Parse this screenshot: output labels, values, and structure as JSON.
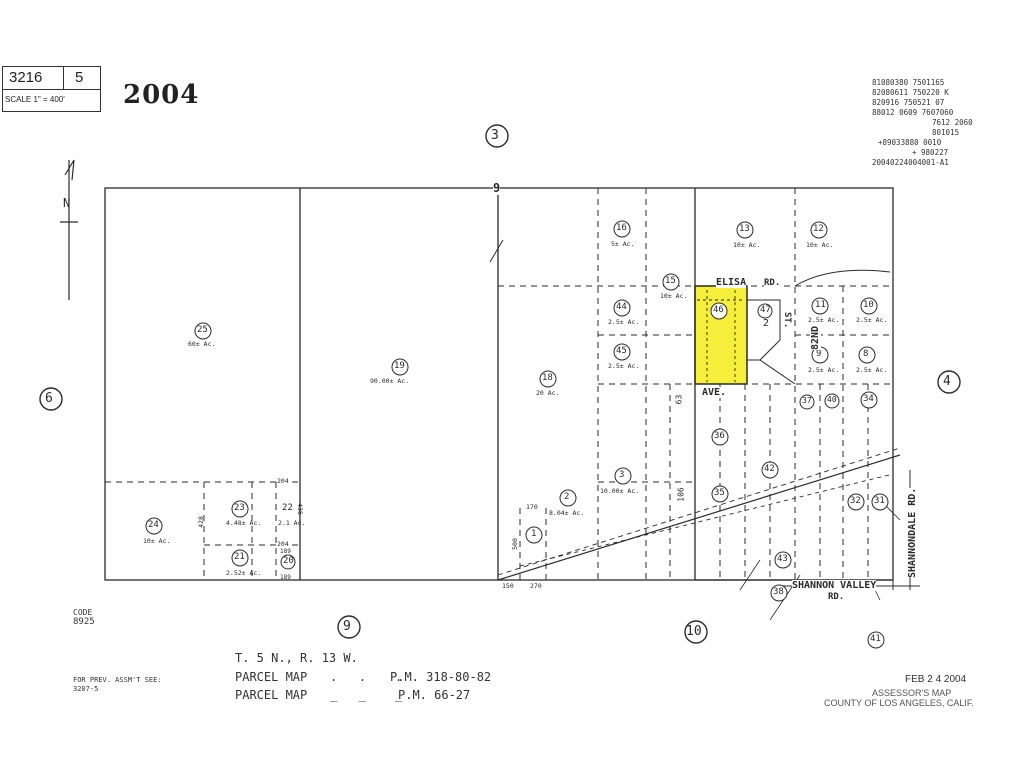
{
  "header": {
    "book": "3216",
    "page": "5",
    "scale": "SCALE 1\" = 400'",
    "year": "2004"
  },
  "record_numbers": [
    "81080380 7501165",
    "82080611 750220 K",
    "820916 750521 07",
    "88012 0609 7607060",
    "7612 2060",
    "801015",
    "+89033880 0010",
    "+ 980227",
    "20040224004001-A1"
  ],
  "section_circles": [
    "3",
    "6",
    "4",
    "9",
    "10"
  ],
  "section_number": "9",
  "parcels": [
    {
      "num": "25",
      "area": "60± Ac."
    },
    {
      "num": "19",
      "area": "90.00± Ac."
    },
    {
      "num": "18",
      "area": "20 Ac."
    },
    {
      "num": "16",
      "area": "5± Ac."
    },
    {
      "num": "13",
      "area": "10± Ac."
    },
    {
      "num": "12",
      "area": "10± Ac."
    },
    {
      "num": "15",
      "area": "10± Ac."
    },
    {
      "num": "44",
      "area": "2.5± Ac."
    },
    {
      "num": "45",
      "area": "2.5± Ac."
    },
    {
      "num": "46",
      "area": ""
    },
    {
      "num": "47",
      "area": ""
    },
    {
      "num": "2",
      "area": ""
    },
    {
      "num": "11",
      "area": "2.5± Ac."
    },
    {
      "num": "10",
      "area": "2.5± Ac."
    },
    {
      "num": "9",
      "area": "2.5± Ac."
    },
    {
      "num": "8",
      "area": "2.5± Ac."
    },
    {
      "num": "24",
      "area": "10± Ac."
    },
    {
      "num": "23",
      "area": "4.48± Ac."
    },
    {
      "num": "22",
      "area": "2.1 Ac."
    },
    {
      "num": "21",
      "area": "2.52± Ac."
    },
    {
      "num": "20",
      "area": ""
    },
    {
      "num": "3",
      "area": "10.00± Ac."
    },
    {
      "num": "2",
      "area": "8.04± Ac."
    },
    {
      "num": "1",
      "area": ""
    },
    {
      "num": "36",
      "area": ""
    },
    {
      "num": "35",
      "area": ""
    },
    {
      "num": "34",
      "area": ""
    },
    {
      "num": "40",
      "area": ""
    },
    {
      "num": "37",
      "area": ""
    },
    {
      "num": "42",
      "area": ""
    },
    {
      "num": "32",
      "area": ""
    },
    {
      "num": "31",
      "area": ""
    },
    {
      "num": "38",
      "area": ""
    },
    {
      "num": "41",
      "area": ""
    },
    {
      "num": "43",
      "area": ""
    }
  ],
  "streets": {
    "elisa": "ELISA",
    "rd": "RD.",
    "ave": "AVE.",
    "st": "ST.",
    "nd82": "82ND",
    "shannondale": "SHANNONDALE RD.",
    "shannon_valley": "SHANNON VALLEY",
    "rd2": "RD."
  },
  "dims": {
    "d204a": "204",
    "d204b": "204",
    "d436": "436",
    "d428": "428",
    "d189a": "189",
    "d189b": "189",
    "d170": "170",
    "d500": "500",
    "d150": "150",
    "d270": "270",
    "d106": "106",
    "d63": "63"
  },
  "code_label": "CODE",
  "code_value": "8925",
  "prev_label": "FOR PREV. ASSM'T SEE:",
  "prev_value": "3207-5",
  "township": "T. 5 N., R. 13 W.",
  "parcel_maps": [
    {
      "label": "PARCEL MAP",
      "ref": "P.M. 318-80-82"
    },
    {
      "label": "PARCEL MAP",
      "ref": "P.M. 66-27"
    }
  ],
  "stamp_date": "FEB 2 4 2004",
  "stamp_line1": "ASSESSOR'S MAP",
  "stamp_line2": "COUNTY OF LOS ANGELES, CALIF.",
  "north": "N",
  "colors": {
    "highlight": "#f5ee3a",
    "ink": "#2b2b2b"
  }
}
